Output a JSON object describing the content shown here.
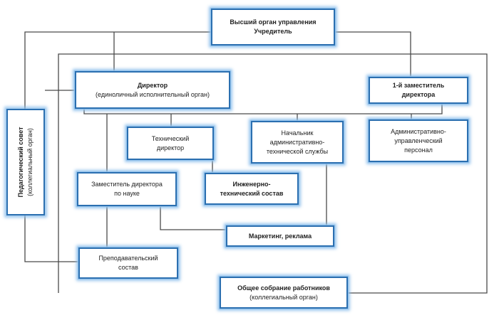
{
  "boxes": {
    "top_authority": {
      "line1": "Высший орган управления",
      "line2": "Учредитель"
    },
    "director": {
      "line1": "Директор",
      "line2": "(единоличный исполнительный орган)"
    },
    "first_deputy": {
      "line1": "1-й заместитель",
      "line2": "директора"
    },
    "pedagogical_council": {
      "line1": "Педагогический совет",
      "line2": "(коллегиальный орган)"
    },
    "technical_director": {
      "line1": "Технический",
      "line2": "директор"
    },
    "head_admin_tech": {
      "line1": "Начальник",
      "line2": "административно-",
      "line3": "технической службы"
    },
    "admin_staff": {
      "line1": "Административно-",
      "line2": "управленческий",
      "line3": "персонал"
    },
    "deputy_science": {
      "line1": "Заместитель директора",
      "line2": "по науке"
    },
    "engineering_staff": {
      "line1": "Инженерно-",
      "line2": "технический состав"
    },
    "marketing": {
      "line1": "Маркетинг, реклама"
    },
    "teaching_staff": {
      "line1": "Преподавательский",
      "line2": "состав"
    },
    "general_meeting": {
      "line1": "Общее собрание работников",
      "line2": "(коллегиальный орган)"
    }
  },
  "colors": {
    "connector": "#4a4a4a",
    "box_border": "#2b6fb0",
    "box_glow": "#8cbeeb"
  }
}
